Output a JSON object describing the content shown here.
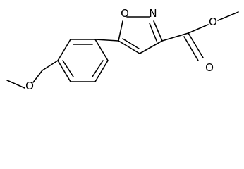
{
  "diagram": {
    "atoms": [
      {
        "id": "o_ring",
        "label": "O"
      },
      {
        "id": "n_ring",
        "label": "N"
      },
      {
        "id": "o_carbonyl",
        "label": "O"
      },
      {
        "id": "o_ester",
        "label": "O"
      },
      {
        "id": "o_methoxy",
        "label": "O"
      }
    ]
  }
}
